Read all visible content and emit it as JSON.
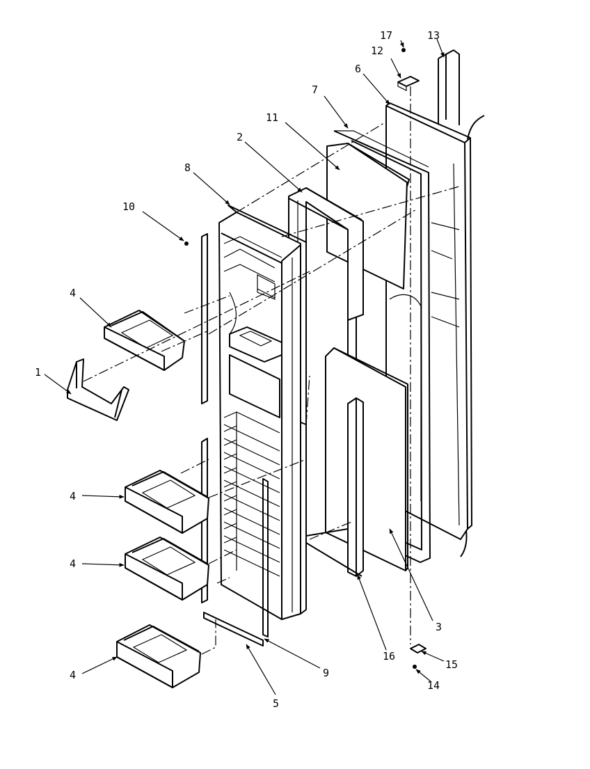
{
  "diagram": {
    "type": "exploded-parts-view",
    "callouts": [
      "17",
      "12",
      "13",
      "6",
      "7",
      "11",
      "2",
      "8",
      "10",
      "4",
      "1",
      "4",
      "4",
      "4",
      "3",
      "16",
      "15",
      "9",
      "14",
      "5"
    ]
  }
}
